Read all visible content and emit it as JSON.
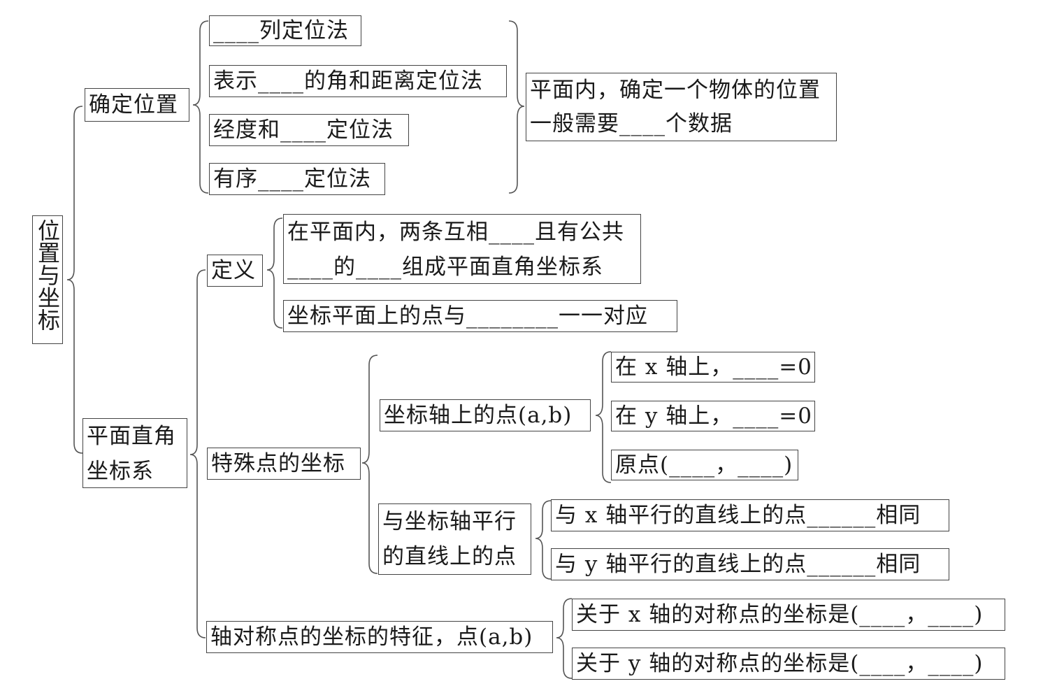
{
  "root": "位置与坐标",
  "branch_locate": {
    "label": "确定位置",
    "methods": [
      "____列定位法",
      "表示____的角和距离定位法",
      "经度和____定位法",
      "有序____定位法"
    ],
    "conclusion": [
      "平面内，确定一个物体的位置",
      "一般需要____个数据"
    ]
  },
  "branch_system": {
    "label": [
      "平面直角",
      "坐标系"
    ],
    "definition": {
      "label": "定义",
      "items": [
        [
          "在平面内，两条互相____且有公共",
          "____的____组成平面直角坐标系"
        ],
        [
          "坐标平面上的点与________一一对应"
        ]
      ]
    },
    "special_points": {
      "label": "特殊点的坐标",
      "axis_points": {
        "label": "坐标轴上的点(a,b)",
        "items": [
          "在 x 轴上，____=0",
          "在 y 轴上，____=0",
          "原点(____，____)"
        ]
      },
      "parallel_lines": {
        "label": [
          "与坐标轴平行",
          "的直线上的点"
        ],
        "items": [
          "与 x 轴平行的直线上的点______相同",
          "与 y 轴平行的直线上的点______相同"
        ]
      }
    },
    "symmetric": {
      "label": "轴对称点的坐标的特征，点(a,b)",
      "items": [
        "关于 x 轴的对称点的坐标是(____，____)",
        "关于 y 轴的对称点的坐标是(____，____)"
      ]
    }
  }
}
